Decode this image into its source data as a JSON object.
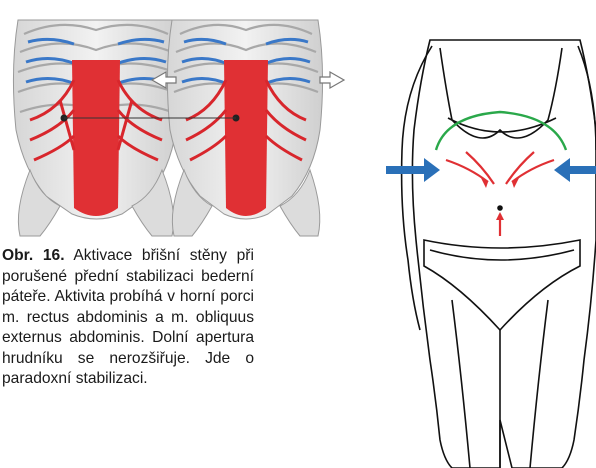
{
  "figure": {
    "label": "Obr. 16.",
    "caption_text": "Aktivace břišní stěny při porušené přední stabilizaci bederní páteře. Aktivita probíhá v horní porci m. rectus abdominis a m. obliquus externus abdominis. Dolní apertura hrudníku se nerozšiřuje. Jde o paradoxní stabilizaci."
  },
  "illustrations": [
    {
      "name": "torso-muscles-front-view",
      "description_icon": "ribcage-abdominal-muscles"
    },
    {
      "name": "torso-muscles-compressed-view",
      "description_icon": "ribcage-abdominal-muscles-arrows"
    },
    {
      "name": "woman-body-outline",
      "description_icon": "abdominal-wall-activation"
    }
  ],
  "colors": {
    "muscle_red": "#e03034",
    "rib_blue": "#3a78c8",
    "arrow_blue": "#2a70b8",
    "outline_green": "#2aa84a",
    "bone_gray": "#b8b8b8"
  }
}
